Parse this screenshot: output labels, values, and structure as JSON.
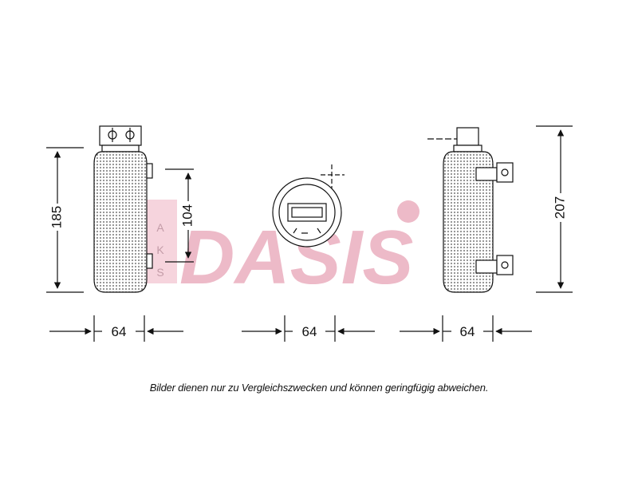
{
  "caption": "Bilder dienen nur zu Vergleichszwecken und können geringfügig abweichen.",
  "watermark": {
    "brand_text": "DASIS",
    "vertical_text": [
      "A",
      "K",
      "S"
    ],
    "color": "#e8a4b6",
    "accent_color": "#4a5bb8"
  },
  "dimensions": {
    "left_height": "185",
    "left_inner_height": "104",
    "right_height": "207",
    "width_left": "64",
    "width_center": "64",
    "width_right": "64"
  },
  "colors": {
    "line": "#111111",
    "body_dot": "#9a9a9a"
  }
}
